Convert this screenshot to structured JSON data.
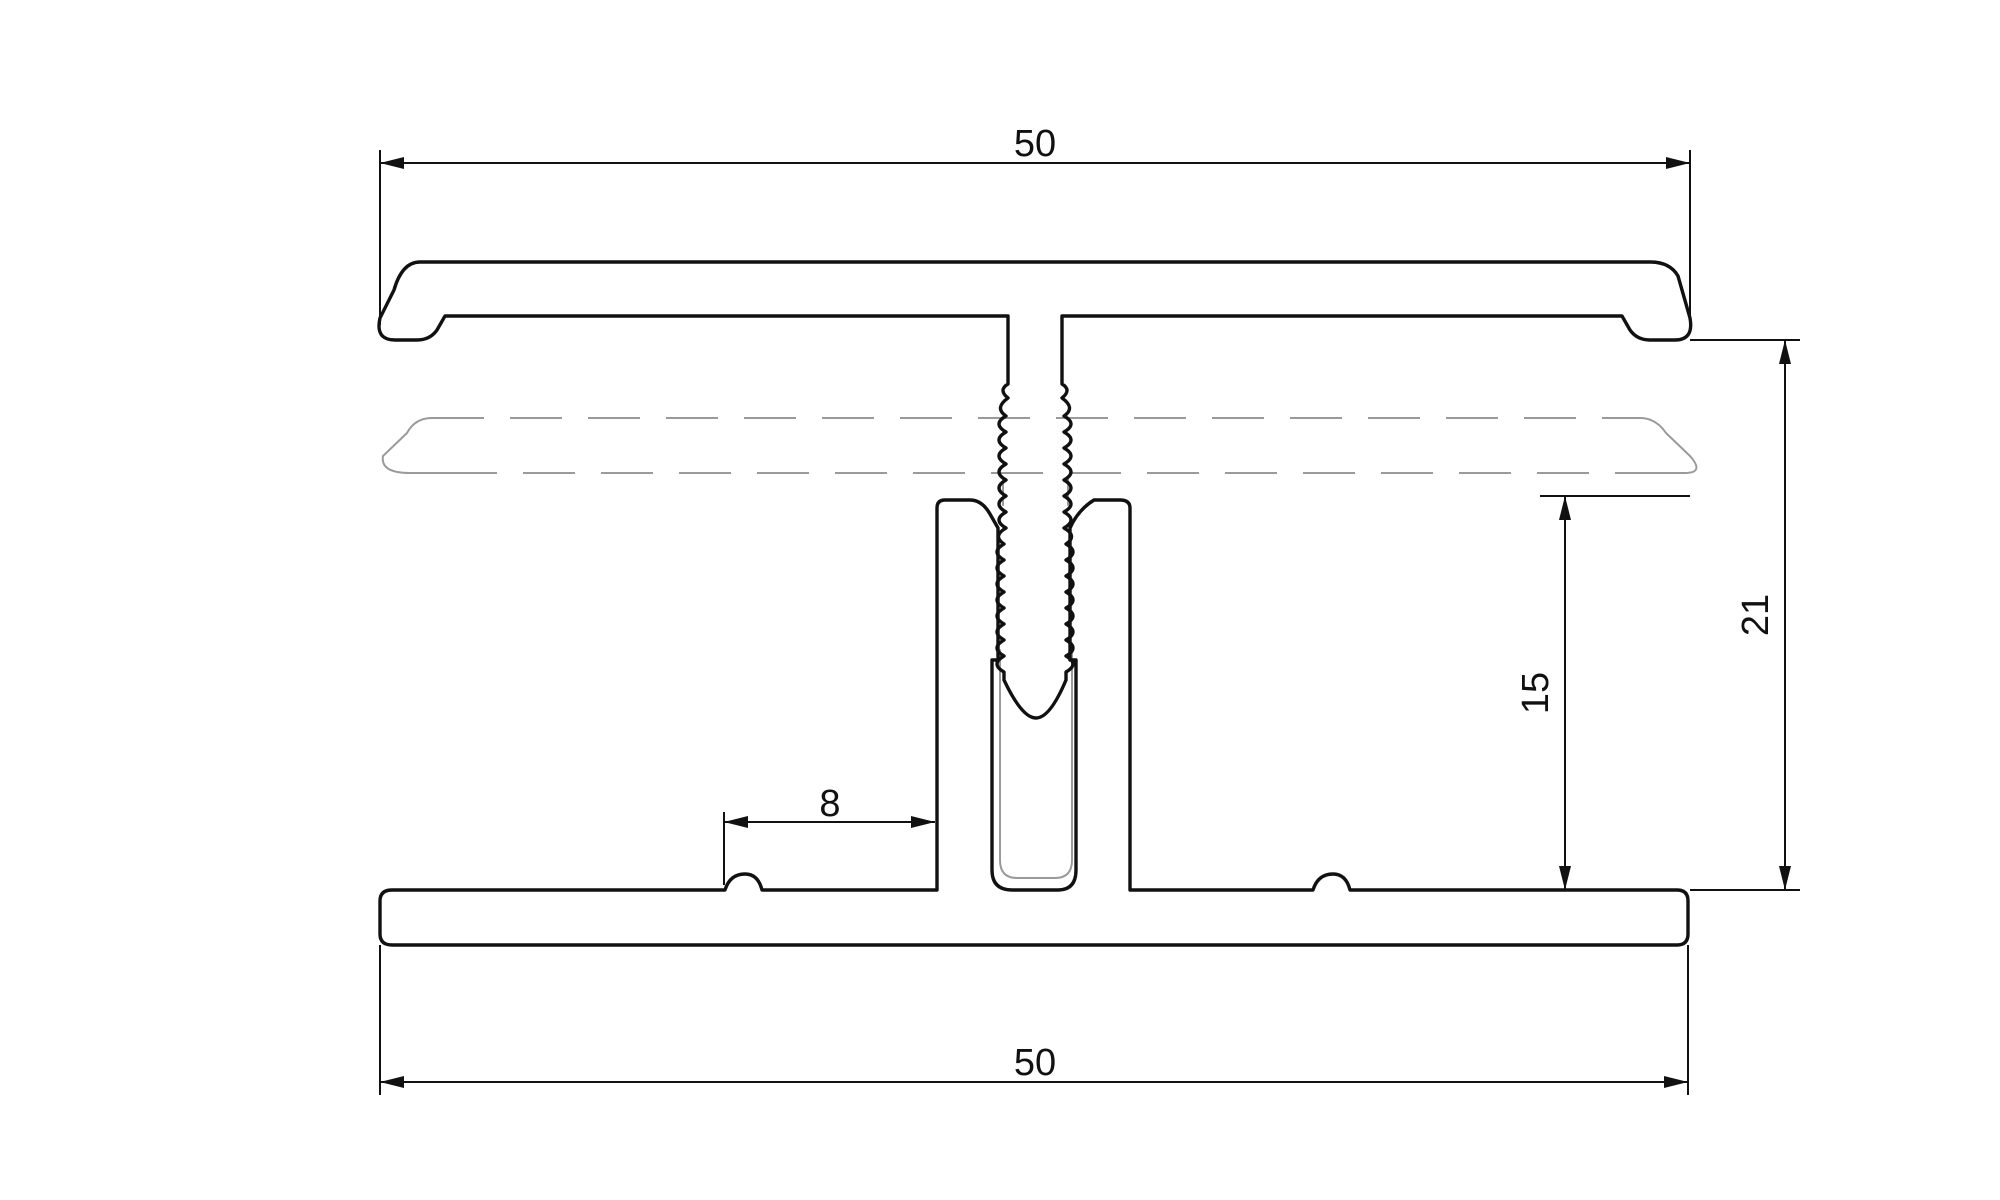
{
  "dimensions": {
    "top_width": "50",
    "bottom_width": "50",
    "fin_offset": "8",
    "open_height": "15",
    "total_height": "21"
  },
  "colors": {
    "line": "#111111",
    "ghost": "#9a9a9a",
    "background": "#ffffff"
  }
}
